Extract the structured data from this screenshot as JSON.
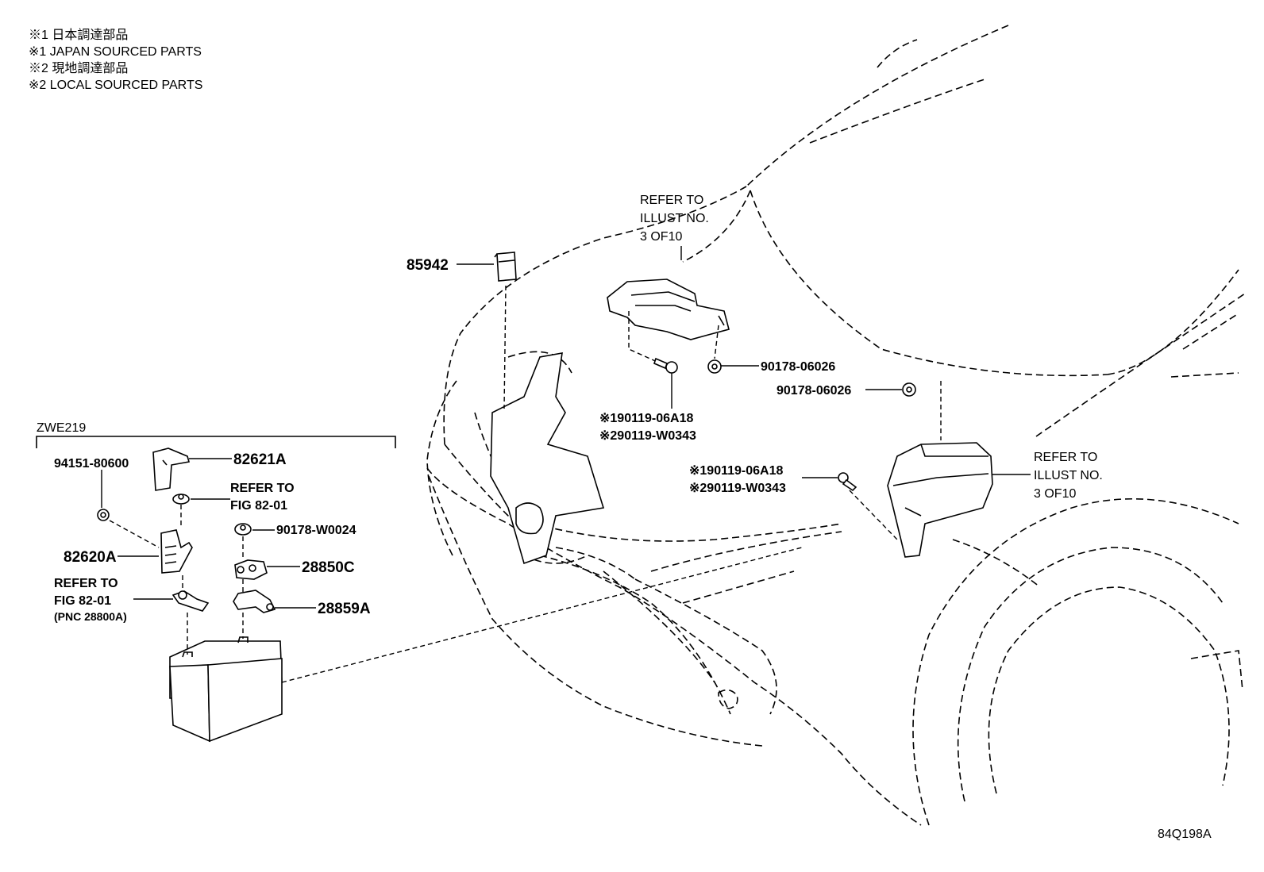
{
  "legend": [
    "※1 日本調達部品",
    "※1 JAPAN SOURCED PARTS",
    "※2 現地調達部品",
    "※2 LOCAL SOURCED PARTS"
  ],
  "group_label": "ZWE219",
  "illustration_code": "84Q198A",
  "parts": {
    "p85942": "85942",
    "p82621A": "82621A",
    "p94151": "94151-80600",
    "p82620A": "82620A",
    "p90178_w0024": "90178-W0024",
    "p28850C": "28850C",
    "p28859A": "28859A",
    "p90178_06026_a": "90178-06026",
    "p90178_06026_b": "90178-06026",
    "bolt_a_1": "※190119-06A18",
    "bolt_a_2": "※290119-W0343",
    "bolt_b_1": "※190119-06A18",
    "bolt_b_2": "※290119-W0343"
  },
  "refs": {
    "upper": [
      "REFER TO",
      "ILLUST NO.",
      "3 OF10"
    ],
    "right": [
      "REFER TO",
      "ILLUST NO.",
      "3 OF10"
    ],
    "fig_a": [
      "REFER TO",
      "FIG 82-01"
    ],
    "fig_b": [
      "REFER TO",
      "FIG 82-01",
      "(PNC 28800A)"
    ]
  }
}
